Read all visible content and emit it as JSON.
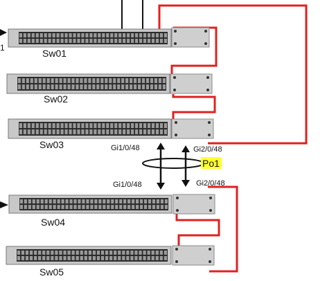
{
  "switches": [
    {
      "id": "sw01",
      "name": "Sw01"
    },
    {
      "id": "sw02",
      "name": "Sw02"
    },
    {
      "id": "sw03",
      "name": "Sw03"
    },
    {
      "id": "sw04",
      "name": "Sw04"
    },
    {
      "id": "sw05",
      "name": "Sw05"
    }
  ],
  "edge_labels": {
    "left_edge_fragment": "1"
  },
  "links": {
    "sw03_gi1": "Gi1/0/48",
    "sw03_gi2": "Gi2/0/48",
    "sw04_gi1": "Gi1/0/48",
    "sw04_gi2": "Gi2/0/48"
  },
  "port_channel": {
    "label": "Po1",
    "highlight_color": "#ffff33"
  },
  "colors": {
    "stack_cable": "#e02020",
    "link": "#111111",
    "chassis": "#c8c8c8",
    "power_module": "#cfcfcf"
  }
}
